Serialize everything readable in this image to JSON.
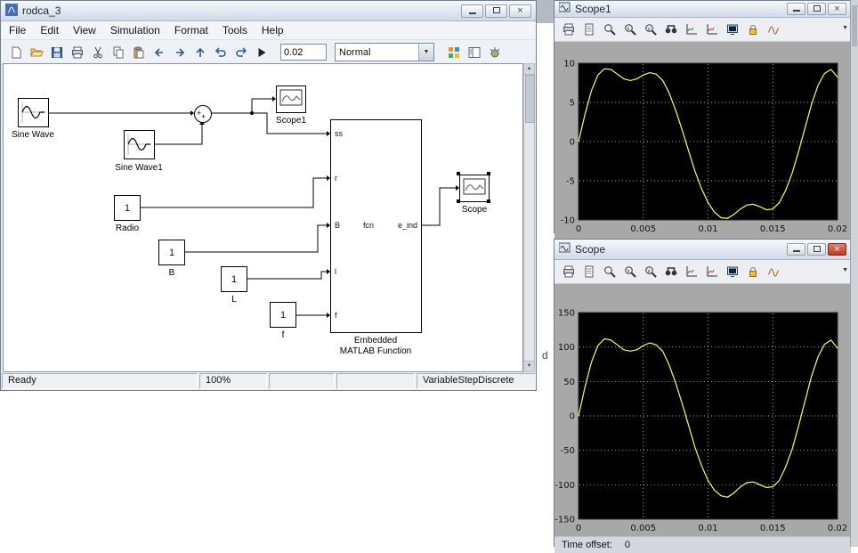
{
  "background": {
    "fragment_text": "d"
  },
  "simulink": {
    "title": "rodca_3",
    "menus": [
      "File",
      "Edit",
      "View",
      "Simulation",
      "Format",
      "Tools",
      "Help"
    ],
    "toolbar": {
      "icons_left": [
        "new-icon",
        "open-icon",
        "save-icon",
        "print-icon",
        "cut-icon",
        "copy-icon",
        "paste-icon",
        "back-icon",
        "forward-icon",
        "up-icon",
        "undo-icon",
        "redo-icon",
        "play-icon"
      ],
      "stop_time": "0.02",
      "sim_mode": "Normal",
      "icons_right": [
        "library-browser-icon",
        "model-explorer-icon",
        "debugger-icon"
      ]
    },
    "blocks": {
      "sine_wave": {
        "label": "Sine Wave"
      },
      "sine_wave1": {
        "label": "Sine Wave1"
      },
      "sum": {
        "sign1": "+",
        "sign2": "+"
      },
      "scope1": {
        "label": "Scope1"
      },
      "scope": {
        "label": "Scope"
      },
      "radio": {
        "value": "1",
        "label": "Radio"
      },
      "B": {
        "value": "1",
        "label": "B"
      },
      "L": {
        "value": "1",
        "label": "L"
      },
      "f": {
        "value": "1",
        "label": "f"
      },
      "emf": {
        "inputs": [
          "ss",
          "r",
          "B",
          "l",
          "f"
        ],
        "fcn_label": "fcn",
        "output": "e_ind",
        "label_line1": "Embedded",
        "label_line2": "MATLAB Function"
      }
    },
    "status": {
      "ready": "Ready",
      "zoom": "100%",
      "solver": "VariableStepDiscrete"
    }
  },
  "scope1_window": {
    "title": "Scope1",
    "toolbar_icons": [
      "print-icon",
      "parameters-icon",
      "zoom-icon",
      "zoom-x-icon",
      "zoom-y-icon",
      "autoscale-icon",
      "save-axes-icon",
      "restore-axes-icon",
      "floating-scope-icon",
      "lock-axes-icon",
      "signal-selection-icon"
    ]
  },
  "scope_window": {
    "title": "Scope",
    "toolbar_icons": [
      "print-icon",
      "parameters-icon",
      "zoom-icon",
      "zoom-x-icon",
      "zoom-y-icon",
      "autoscale-icon",
      "save-axes-icon",
      "restore-axes-icon",
      "floating-scope-icon",
      "lock-axes-icon",
      "signal-selection-icon"
    ],
    "time_offset_label": "Time offset:",
    "time_offset_value": "0"
  },
  "chart_data": [
    {
      "type": "line",
      "title": "Scope1",
      "xlim": [
        0,
        0.02
      ],
      "ylim": [
        -10,
        10
      ],
      "xticks": [
        0,
        0.005,
        0.01,
        0.015,
        0.02
      ],
      "xtick_labels": [
        "0",
        "0.005",
        "0.01",
        "0.015",
        "0.02"
      ],
      "yticks": [
        -10,
        -5,
        0,
        5,
        10
      ],
      "grid": "dotted",
      "bg": "#000000",
      "line_color": "#ffff4d",
      "x": [
        0,
        0.0005,
        0.001,
        0.0015,
        0.002,
        0.0025,
        0.003,
        0.0035,
        0.004,
        0.0045,
        0.005,
        0.0055,
        0.006,
        0.0065,
        0.007,
        0.0075,
        0.008,
        0.0085,
        0.009,
        0.0095,
        0.01,
        0.0105,
        0.011,
        0.0115,
        0.012,
        0.0125,
        0.013,
        0.0135,
        0.014,
        0.0145,
        0.015,
        0.0155,
        0.016,
        0.0165,
        0.017,
        0.0175,
        0.018,
        0.0185,
        0.019,
        0.0195,
        0.02
      ],
      "values": [
        0,
        3.5,
        6.5,
        8.5,
        9.3,
        9.2,
        8.6,
        8.0,
        7.8,
        8.0,
        8.5,
        8.8,
        8.6,
        7.8,
        6.2,
        4.0,
        1.5,
        -1.2,
        -3.8,
        -6.0,
        -7.8,
        -9.0,
        -9.7,
        -9.8,
        -9.3,
        -8.6,
        -8.1,
        -8.0,
        -8.3,
        -8.7,
        -8.6,
        -7.8,
        -6.2,
        -4.0,
        -1.2,
        1.8,
        4.8,
        7.2,
        8.7,
        9.2,
        8.2
      ]
    },
    {
      "type": "line",
      "title": "Scope",
      "xlim": [
        0,
        0.02
      ],
      "ylim": [
        -150,
        150
      ],
      "xticks": [
        0,
        0.005,
        0.01,
        0.015,
        0.02
      ],
      "xtick_labels": [
        "0",
        "0.005",
        "0.01",
        "0.015",
        "0.02"
      ],
      "yticks": [
        -150,
        -100,
        -50,
        0,
        50,
        100,
        150
      ],
      "grid": "dotted",
      "bg": "#000000",
      "line_color": "#ffff4d",
      "x": [
        0,
        0.0005,
        0.001,
        0.0015,
        0.002,
        0.0025,
        0.003,
        0.0035,
        0.004,
        0.0045,
        0.005,
        0.0055,
        0.006,
        0.0065,
        0.007,
        0.0075,
        0.008,
        0.0085,
        0.009,
        0.0095,
        0.01,
        0.0105,
        0.011,
        0.0115,
        0.012,
        0.0125,
        0.013,
        0.0135,
        0.014,
        0.0145,
        0.015,
        0.0155,
        0.016,
        0.0165,
        0.017,
        0.0175,
        0.018,
        0.0185,
        0.019,
        0.0195,
        0.02
      ],
      "values": [
        0,
        42,
        78,
        102,
        112,
        110,
        103,
        96,
        94,
        96,
        102,
        106,
        103,
        94,
        74,
        48,
        18,
        -14,
        -46,
        -72,
        -94,
        -108,
        -116,
        -118,
        -112,
        -103,
        -97,
        -96,
        -100,
        -104,
        -103,
        -94,
        -74,
        -48,
        -14,
        22,
        58,
        86,
        104,
        110,
        98
      ]
    }
  ]
}
